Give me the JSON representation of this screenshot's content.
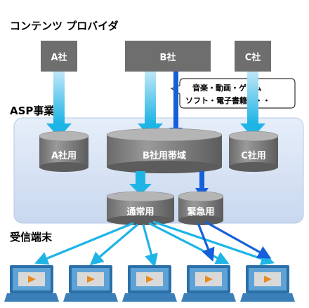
{
  "sections": {
    "providers": "コンテンツ プロバイダ",
    "asp": "ASP事業者",
    "receivers": "受信端末"
  },
  "providers": [
    "A社",
    "B社",
    "C社"
  ],
  "callout": {
    "line1": "音楽・動画・ゲーム",
    "line2": "ソフト・電子書籍・・・"
  },
  "storage": {
    "a": "A社用",
    "b": "B社用帯域",
    "c": "C社用",
    "normal": "通常用",
    "emergency": "緊急用"
  },
  "colors": {
    "provider_box": "#6e6e6e",
    "panel": "#dbe6f6",
    "cylinder": "#8a8a8a",
    "arrow_light": "#1eb4e6",
    "arrow_dark": "#1560d8"
  },
  "terminal_count": 5
}
